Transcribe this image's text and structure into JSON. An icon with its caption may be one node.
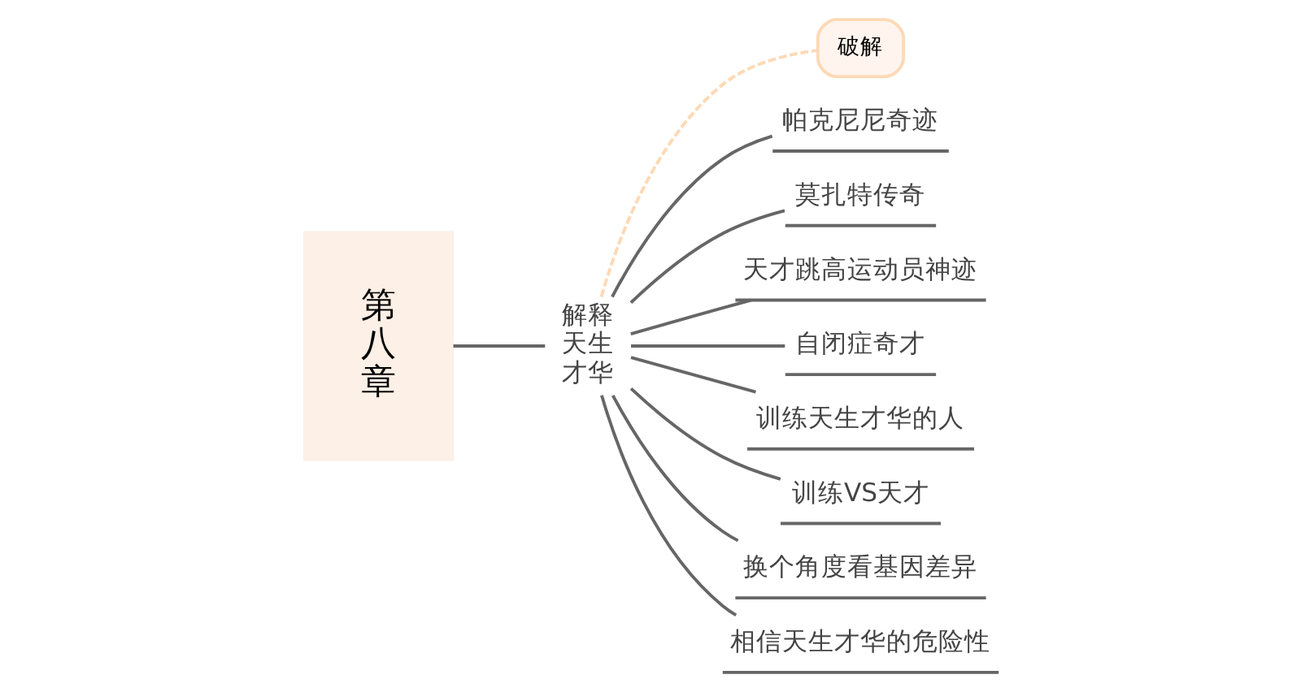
{
  "diagram": {
    "nodes": [
      {
        "text": [
          "第八章"
        ]
      },
      {
        "text": [
          "解释天生才华"
        ]
      },
      {
        "text": [
          "破解"
        ]
      },
      {
        "text": [
          "帕克尼尼奇迹"
        ]
      },
      {
        "text": [
          "莫扎特传奇"
        ]
      },
      {
        "text": [
          "天才跳高运动员神迹"
        ]
      },
      {
        "text": [
          "自闭症奇才"
        ]
      },
      {
        "text": [
          "训练天生才华的人"
        ]
      },
      {
        "text": [
          "训练VS天才"
        ]
      },
      {
        "text": [
          "换个角度看基因差异"
        ]
      },
      {
        "text": [
          "相信天生才华的危险性"
        ]
      }
    ],
    "edges": [
      {
        "from": 0,
        "to": 1,
        "arrow": "none"
      },
      {
        "from": 1,
        "to": 2,
        "arrow": "none",
        "style": "dashed",
        "color": "#fdd9b5"
      },
      {
        "from": 1,
        "to": 3,
        "arrow": "none"
      },
      {
        "from": 1,
        "to": 4,
        "arrow": "none"
      },
      {
        "from": 1,
        "to": 5,
        "arrow": "none"
      },
      {
        "from": 1,
        "to": 6,
        "arrow": "none"
      },
      {
        "from": 1,
        "to": 7,
        "arrow": "none"
      },
      {
        "from": 1,
        "to": 8,
        "arrow": "none"
      },
      {
        "from": 1,
        "to": 9,
        "arrow": "none"
      },
      {
        "from": 1,
        "to": 10,
        "arrow": "none"
      }
    ]
  }
}
